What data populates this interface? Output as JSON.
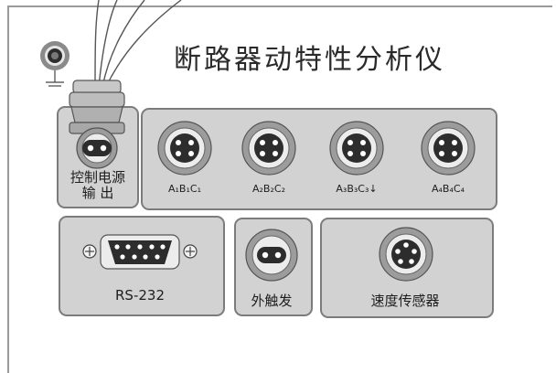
{
  "title": "断路器动特性分析仪",
  "control_power": {
    "line1": "控制电源",
    "line2": "输  出"
  },
  "ports": [
    {
      "label": "A₁B₁C₁"
    },
    {
      "label": "A₂B₂C₂"
    },
    {
      "label": "A₃B₃C₃↓"
    },
    {
      "label": "A₄B₄C₄"
    }
  ],
  "rs232": {
    "label": "RS-232"
  },
  "external_trigger": {
    "label": "外触发"
  },
  "speed_sensor": {
    "label": "速度传感器"
  },
  "colors": {
    "panel": "#d2d2d2",
    "border": "#7c7c7c",
    "ground_ring": "#2d2d2d"
  }
}
